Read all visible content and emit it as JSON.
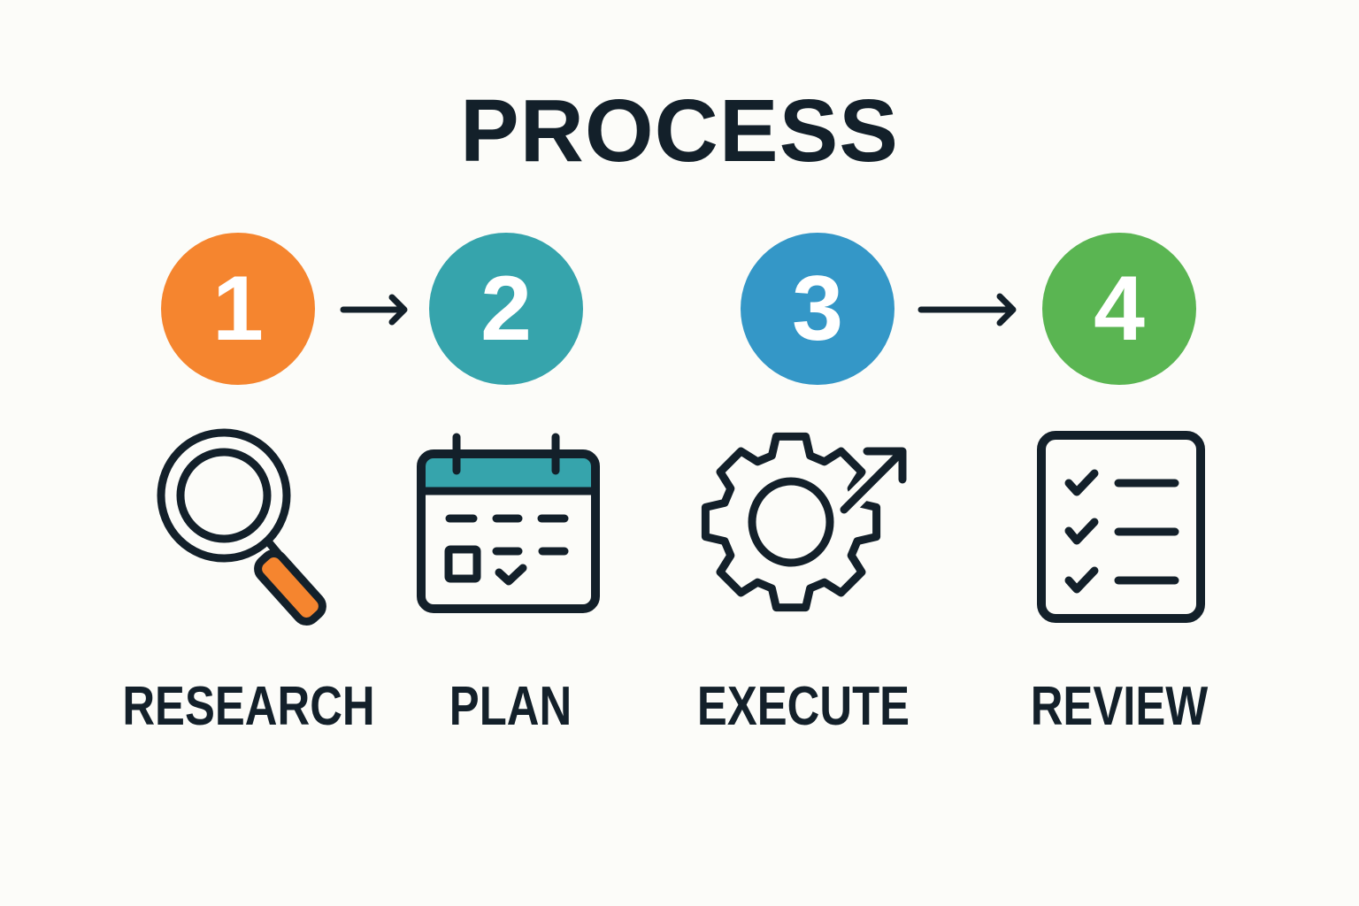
{
  "title": "PROCESS",
  "steps": [
    {
      "number": "1",
      "label": "RESEARCH",
      "color": "#f5852f",
      "icon": "magnifying-glass-icon"
    },
    {
      "number": "2",
      "label": "PLAN",
      "color": "#36a4ac",
      "icon": "calendar-icon"
    },
    {
      "number": "3",
      "label": "EXECUTE",
      "color": "#3497c7",
      "icon": "gear-arrow-icon"
    },
    {
      "number": "4",
      "label": "REVIEW",
      "color": "#5ab552",
      "icon": "checklist-icon"
    }
  ],
  "colors": {
    "ink": "#13202a",
    "background": "#fcfcf9"
  }
}
